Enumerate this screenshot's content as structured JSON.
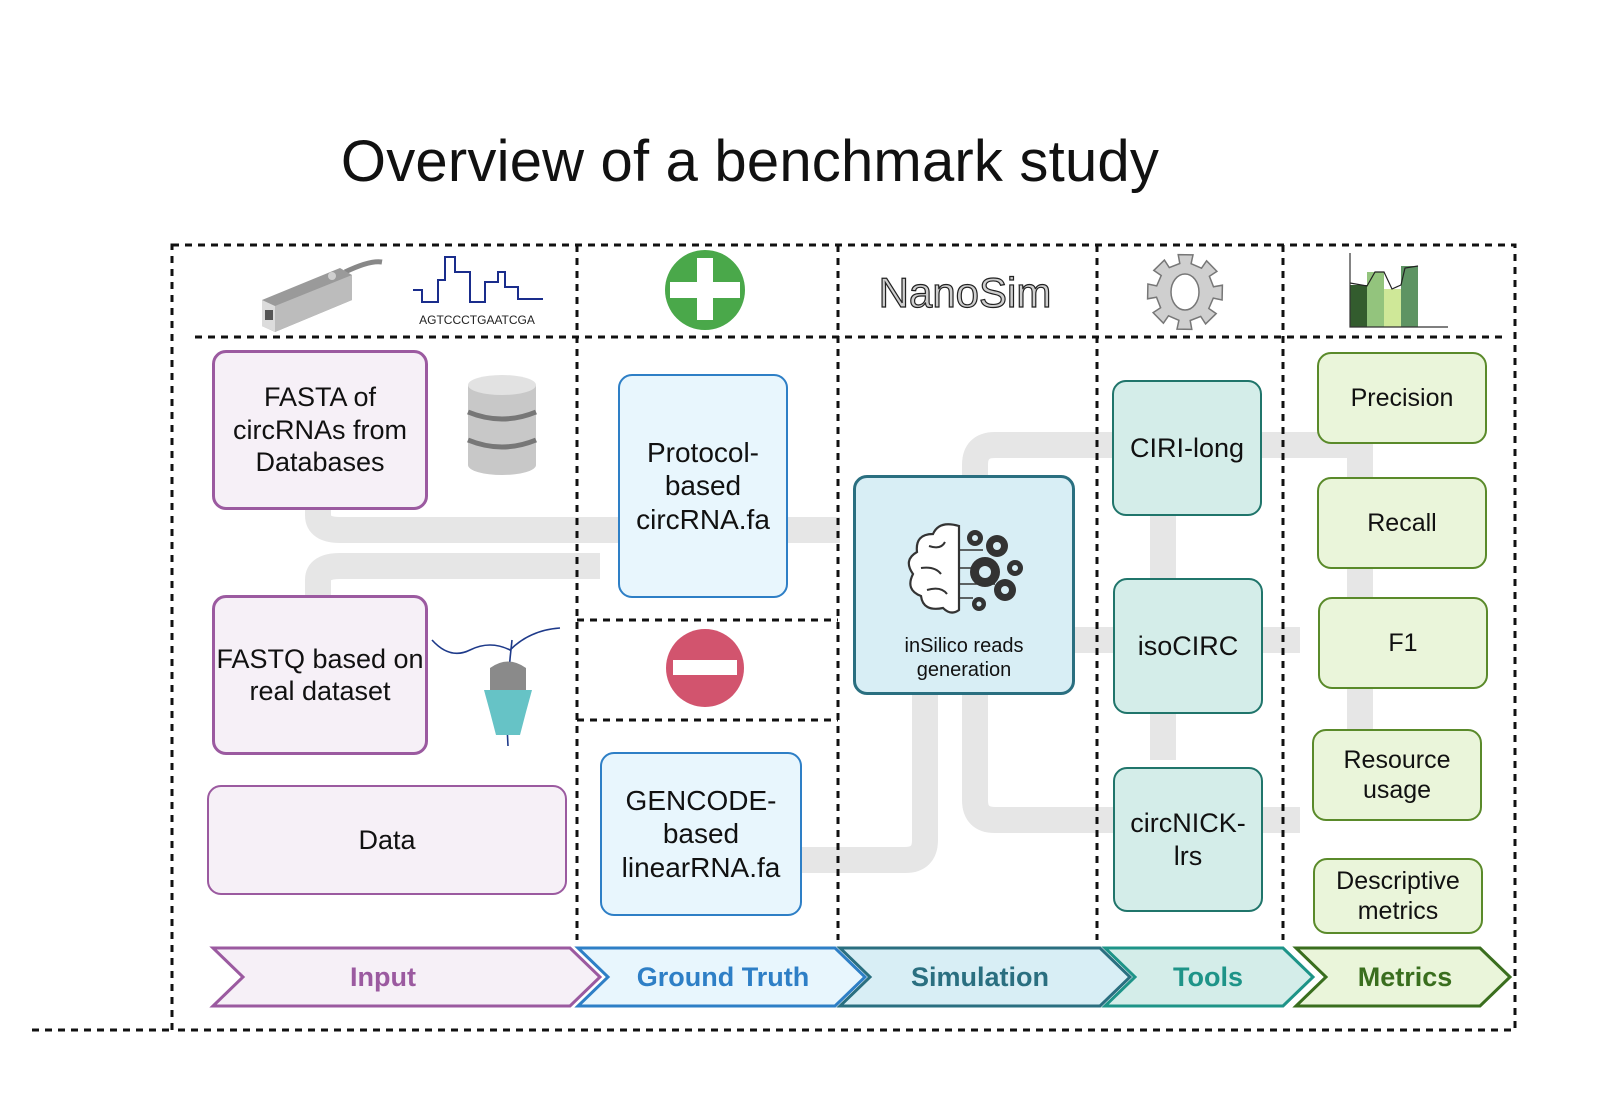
{
  "title": "Overview of a benchmark study",
  "header_icons": {
    "sequencer": "nanopore-sequencer-icon",
    "chromatogram_sequence": "AGTCCCTGAATCGA",
    "plus": "plus-circle-icon",
    "nanosim_logo": "NanoSim",
    "gear": "gear-icon",
    "chart": "area-bar-chart-icon"
  },
  "input": {
    "boxes": [
      {
        "label": "FASTA of circRNAs from Databases"
      },
      {
        "label": "FASTQ based on real dataset"
      },
      {
        "label": "Data"
      }
    ],
    "icons": [
      "database-icon",
      "nanopore-pore-icon"
    ]
  },
  "ground_truth": {
    "positive": {
      "label": "Protocol-based circRNA.fa"
    },
    "negative_icon": "minus-circle-icon",
    "negative": {
      "label": "GENCODE-based linearRNA.fa"
    }
  },
  "simulation": {
    "label_line1": "inSilico reads",
    "label_line2": "generation",
    "icon": "brain-gears-icon"
  },
  "tools": [
    {
      "label": "CIRI-long"
    },
    {
      "label": "isoCIRC"
    },
    {
      "label": "circNICK-lrs"
    }
  ],
  "metrics": [
    {
      "label": "Precision"
    },
    {
      "label": "Recall"
    },
    {
      "label": "F1"
    },
    {
      "label": "Resource usage"
    },
    {
      "label": "Descriptive metrics"
    }
  ],
  "stages": [
    {
      "label": "Input",
      "color": "#9b5aa0",
      "fill": "#f6f0f7"
    },
    {
      "label": "Ground Truth",
      "color": "#2e7fc6",
      "fill": "#e8f6fd"
    },
    {
      "label": "Simulation",
      "color": "#2a6f80",
      "fill": "#d8eef5"
    },
    {
      "label": "Tools",
      "color": "#1e9488",
      "fill": "#d4ede9"
    },
    {
      "label": "Metrics",
      "color": "#3a6e1e",
      "fill": "#eaf5da"
    }
  ],
  "colors": {
    "plus": "#4aa84a",
    "minus": "#d2546e",
    "connector": "#e6e6e6",
    "dashed": "#111111"
  }
}
